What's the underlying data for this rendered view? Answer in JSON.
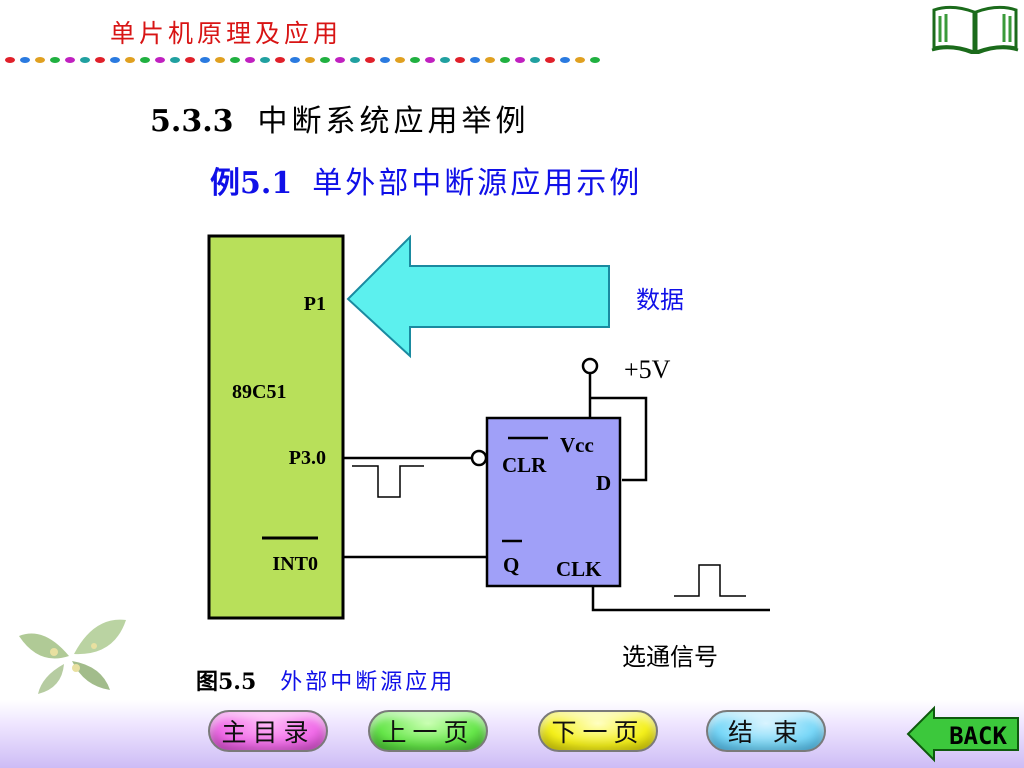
{
  "header": {
    "title": "单片机原理及应用"
  },
  "section": {
    "number": "5.3.3",
    "title": "中断系统应用举例"
  },
  "example": {
    "number": "例5.1",
    "title": "单外部中断源应用示例"
  },
  "diagram": {
    "chip_label": "89C51",
    "pin_p1": "P1",
    "pin_p30": "P3.0",
    "pin_int0": "INT0",
    "data_label": "数据",
    "vcc_supply": "+5V",
    "ff_clr": "CLR",
    "ff_vcc": "Vcc",
    "ff_d": "D",
    "ff_q": "Q",
    "ff_clk": "CLK",
    "strobe_label": "选通信号"
  },
  "caption": {
    "number": "图5.5",
    "text": "外部中断源应用"
  },
  "nav": {
    "main_menu": "主目录",
    "prev_page": "上一页",
    "next_page": "下一页",
    "end": "结 束",
    "back": "BACK"
  },
  "colors": {
    "header_red": "#d81414",
    "chip_green": "#b8e05a",
    "arrow_cyan": "#5cf0ee",
    "ff_blue": "#a0a0f8",
    "title_blue": "#1010e8",
    "btn_main": "#f06ce8",
    "btn_prev": "#66e64a",
    "btn_next": "#f4f01c",
    "btn_end": "#7ad8f8"
  }
}
